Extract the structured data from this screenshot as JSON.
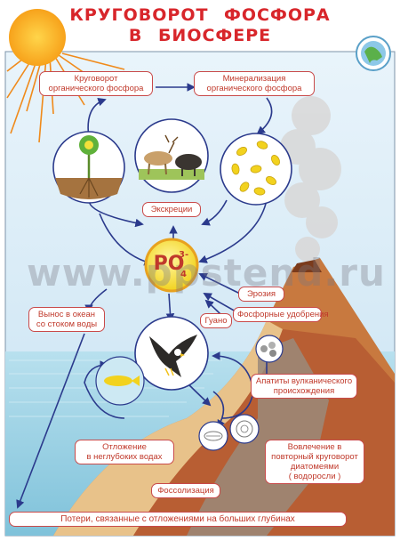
{
  "title": {
    "line1": "КРУГОВОРОТ ФОСФОРА",
    "line2": "В БИОСФЕРЕ"
  },
  "center": {
    "base": "PO",
    "superscript": "3-",
    "subscript": "4"
  },
  "watermark": "www.ppstend.ru",
  "labels": {
    "organic_cycle": [
      "Круговорот",
      "органического фосфора"
    ],
    "mineralization": [
      "Минерализация",
      "органического фосфора"
    ],
    "excretion": "Экскреции",
    "erosion": "Эрозия",
    "fertilizers": "Фосфорные удобрения",
    "guano": "Гуано",
    "ocean_runoff": [
      "Вынос в океан",
      "со стоком воды"
    ],
    "apatites": [
      "Апатиты вулканического",
      "происхождения"
    ],
    "shallow_deposits": [
      "Отложение",
      "в неглубоких водах"
    ],
    "repeated_cycle": [
      "Вовлечение в",
      "повторный круговорот",
      "диатомеями",
      "( водоросли )"
    ],
    "fossilization": "Фоссолизация",
    "deep_losses": "Потери, связанные с отложениями на больших глубинах"
  },
  "colors": {
    "title": "#d8262b",
    "label_border": "#c94a4a",
    "label_text": "#c0392b",
    "arrow": "#2b3a8c",
    "sky": "#d7ebf7",
    "sea": "#9fd2e6",
    "volcano": "#c76b3a",
    "center_circle": "#f6e84a",
    "center_ring": "#e8a21f"
  },
  "icons": {
    "sun": "sun-icon",
    "badge": "globe-badge-icon",
    "plant": "plant-icon",
    "animals": "animals-icon",
    "bacteria": "bacteria-icon",
    "eagle": "eagle-icon",
    "fish": "fish-icon",
    "diatoms": "diatom-icon",
    "apatite": "apatite-rocks-icon"
  }
}
